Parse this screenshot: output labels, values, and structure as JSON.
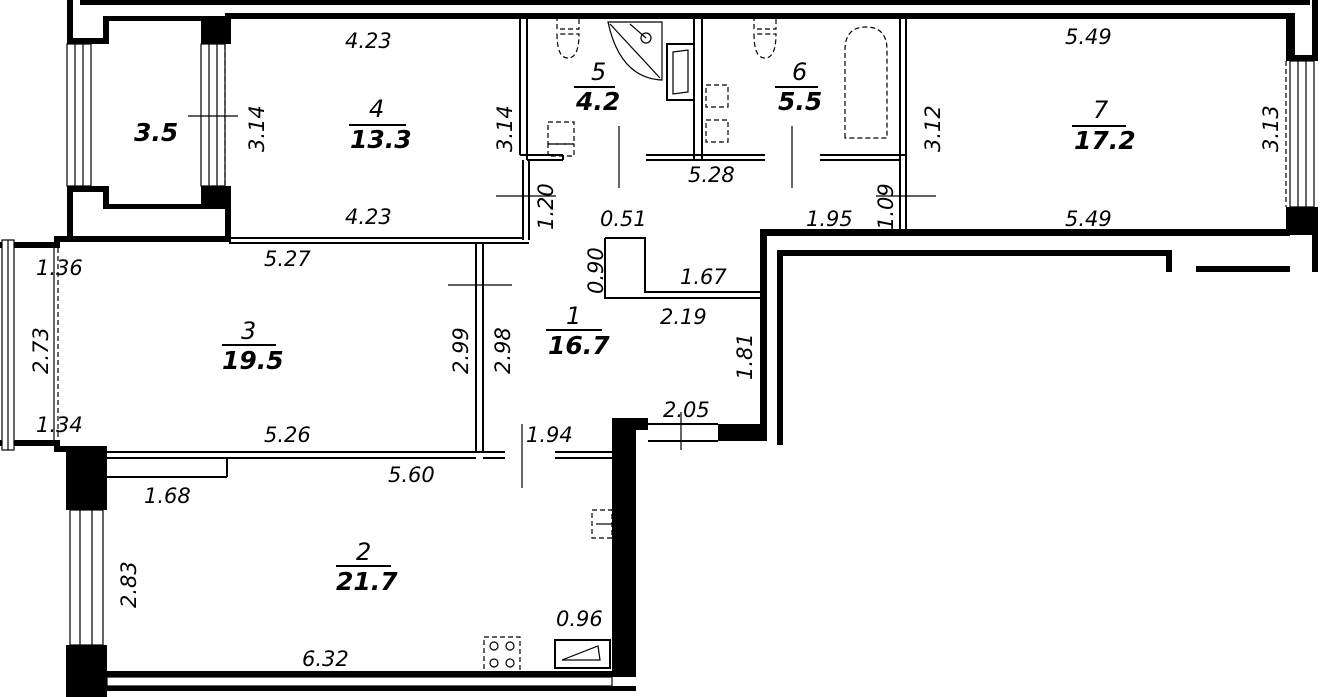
{
  "rooms": [
    {
      "number": "1",
      "area": "16.7"
    },
    {
      "number": "2",
      "area": "21.7"
    },
    {
      "number": "3",
      "area": "19.5"
    },
    {
      "number": "4",
      "area": "13.3"
    },
    {
      "number": "5",
      "area": "4.2"
    },
    {
      "number": "6",
      "area": "5.5"
    },
    {
      "number": "7",
      "area": "17.2"
    }
  ],
  "balcony": {
    "area": "3.5",
    "depth": "3.14"
  },
  "dimensions": {
    "r4_top": "4.23",
    "r4_bottom": "4.23",
    "r4_right": "3.14",
    "bath_width": "5.28",
    "r7_top": "5.49",
    "r7_bottom": "5.49",
    "r7_left": "3.12",
    "r7_right": "3.13",
    "hall_left": "1.20",
    "hall_right": "1.09",
    "hall_a": "0.51",
    "hall_b": "1.95",
    "hall_c": "0.90",
    "hall_d": "1.67",
    "hall_e": "2.19",
    "hall_f": "1.81",
    "hall_g": "2.05",
    "hall_h": "1.94",
    "r3_top": "5.27",
    "r3_bottom": "5.26",
    "r3_right_a": "2.99",
    "r3_right_b": "2.98",
    "loggia_top": "1.36",
    "loggia_side": "2.73",
    "loggia_bottom": "1.34",
    "r2_top": "5.60",
    "r2_left_top": "1.68",
    "r2_left": "2.83",
    "r2_bottom": "6.32",
    "r2_niche": "0.96"
  }
}
